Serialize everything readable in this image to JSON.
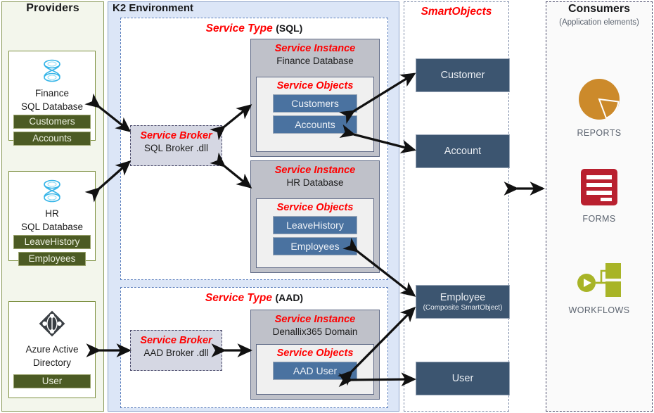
{
  "providers": {
    "title": "Providers",
    "cards": [
      {
        "icon": "sql-database-icon",
        "name_line1": "Finance",
        "name_line2": "SQL Database",
        "tags": [
          "Customers",
          "Accounts"
        ]
      },
      {
        "icon": "sql-database-icon",
        "name_line1": "HR",
        "name_line2": "SQL Database",
        "tags": [
          "LeaveHistory",
          "Employees"
        ]
      },
      {
        "icon": "azure-active-directory-icon",
        "name_line1": "Azure  Active",
        "name_line2": "Directory",
        "tags": [
          "User"
        ]
      }
    ]
  },
  "k2": {
    "title": "K2 Environment",
    "service_types": [
      {
        "label": "Service Type",
        "kind": "(SQL)",
        "broker": {
          "label": "Service Broker",
          "name": "SQL Broker  .dll"
        },
        "instances": [
          {
            "label": "Service Instance",
            "name": "Finance Database",
            "objects_label": "Service Objects",
            "objects": [
              "Customers",
              "Accounts"
            ]
          },
          {
            "label": "Service Instance",
            "name": "HR Database",
            "objects_label": "Service Objects",
            "objects": [
              "LeaveHistory",
              "Employees"
            ]
          }
        ]
      },
      {
        "label": "Service Type",
        "kind": "(AAD)",
        "broker": {
          "label": "Service Broker",
          "name": "AAD Broker  .dll"
        },
        "instances": [
          {
            "label": "Service Instance",
            "name": "Denallix365 Domain",
            "objects_label": "Service Objects",
            "objects": [
              "AAD User"
            ]
          }
        ]
      }
    ]
  },
  "smartobjects": {
    "title": "SmartObjects",
    "items": [
      {
        "label": "Customer",
        "sub": ""
      },
      {
        "label": "Account",
        "sub": ""
      },
      {
        "label": "Employee",
        "sub": "(Composite SmartObject)"
      },
      {
        "label": "User",
        "sub": ""
      }
    ]
  },
  "consumers": {
    "title": "Consumers",
    "subtitle": "(Application elements)",
    "items": [
      {
        "caption": "REPORTS",
        "icon": "pie-chart-icon",
        "color": "#cc8a2b"
      },
      {
        "caption": "FORMS",
        "icon": "forms-icon",
        "color": "#b9202f"
      },
      {
        "caption": "WORKFLOWS",
        "icon": "workflow-icon",
        "color": "#a8b427"
      }
    ]
  },
  "colors": {
    "provider_panel_bg": "#f3f6ec",
    "provider_border": "#7d9040",
    "provider_tag": "#4c5b24",
    "k2_panel_bg": "#dce6f7",
    "k2_border": "#8ba2c9",
    "instance_bg": "#bfc1c9",
    "objects_bg": "#f0f0f0",
    "service_object_chip": "#4a72a0",
    "smartobject_chip": "#3c5570",
    "accent_red": "#ff0000"
  }
}
